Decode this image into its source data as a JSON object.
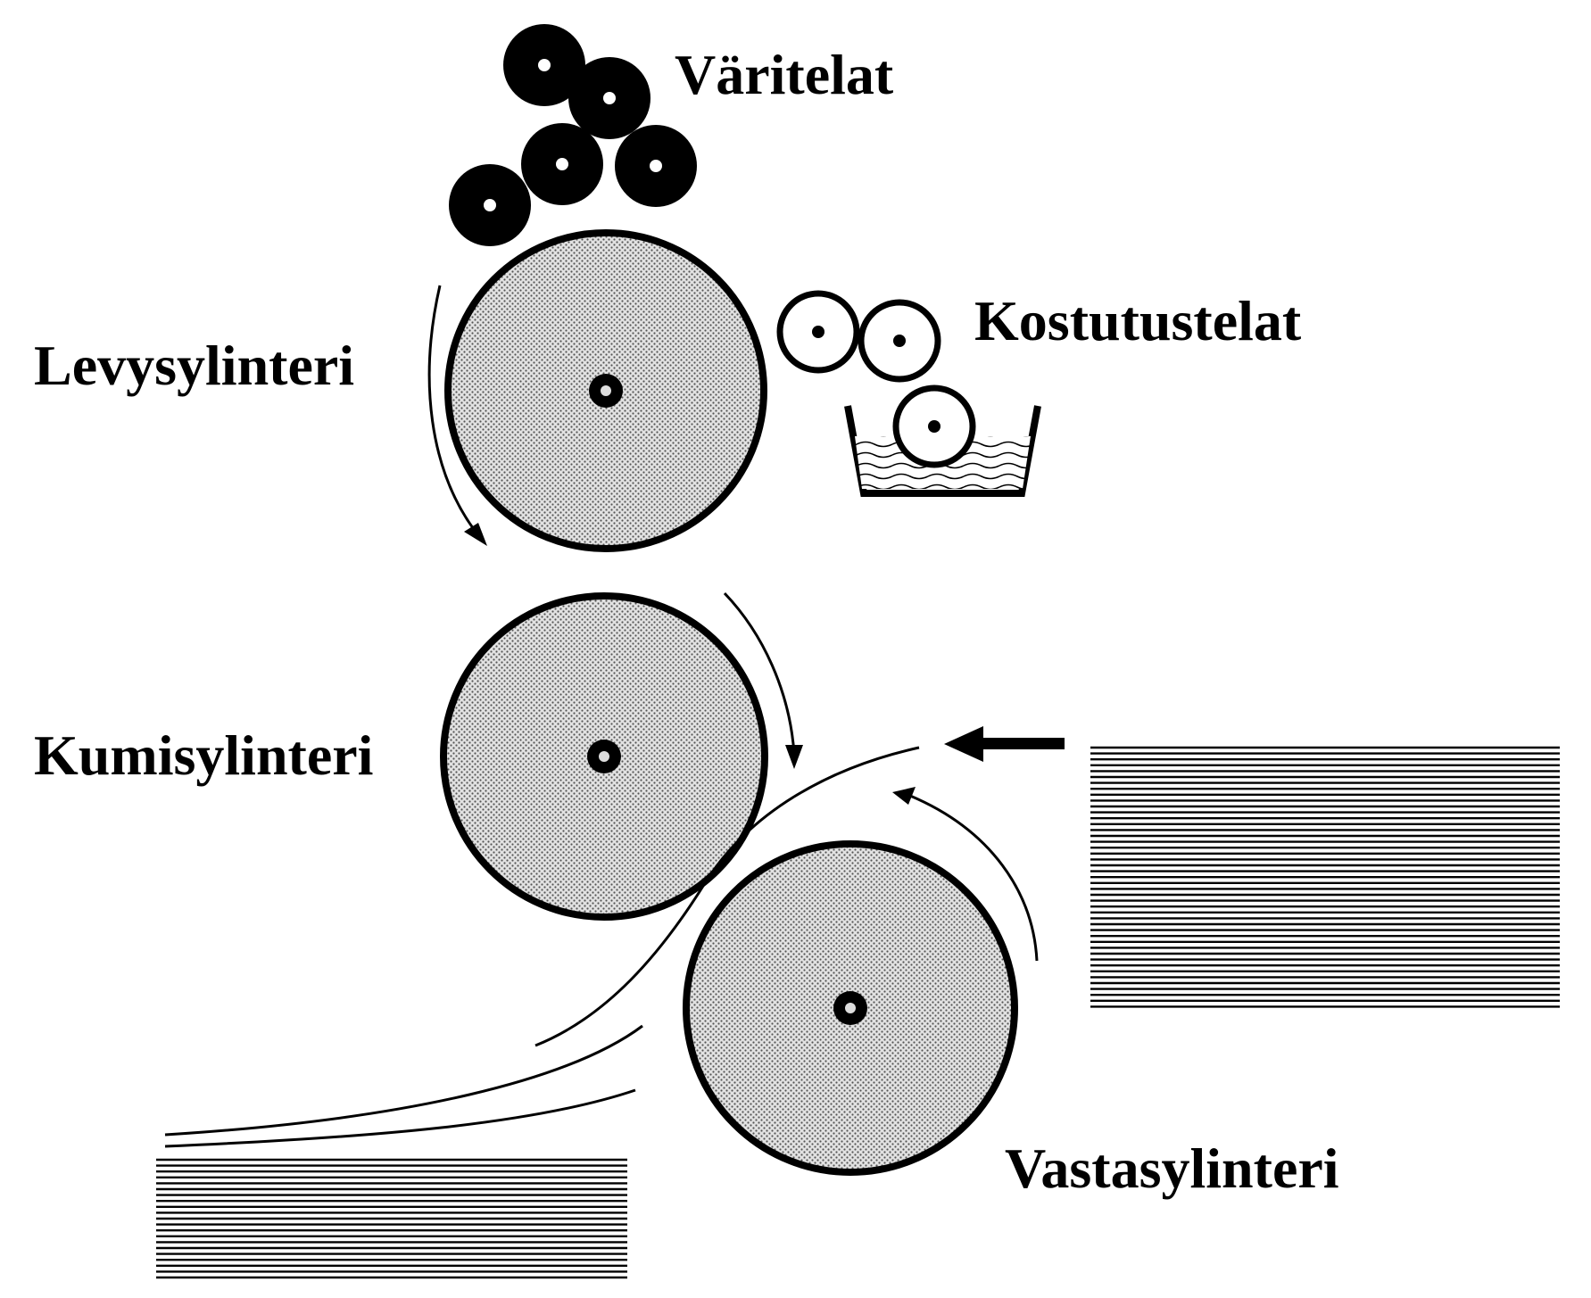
{
  "labels": {
    "ink_rollers": "Väritelat",
    "dampening_rollers": "Kostutustelat",
    "plate_cylinder": "Levysylinteri",
    "blanket_cylinder": "Kumisylinteri",
    "impression_cylinder": "Vastasylinteri"
  },
  "colors": {
    "ink": "#000000",
    "background": "#ffffff",
    "cylinder_fill": "#cfcfcf"
  },
  "icons": {
    "flow_arrows": "arrow-icon",
    "paper_stacks": "paper-stack-icon"
  }
}
